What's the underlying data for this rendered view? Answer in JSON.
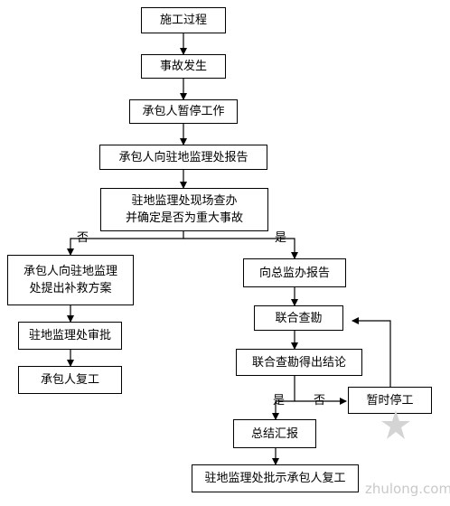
{
  "nodes": {
    "construction": "施工过程",
    "accident": "事故发生",
    "contractor_stop": "承包人暂停工作",
    "report_resident": "承包人向驻地监理处报告",
    "resident_check": "驻地监理处现场查办\n并确定是否为重大事故",
    "remedial_plan": "承包人向驻地监理\n处提出补救方案",
    "resident_approve": "驻地监理处审批",
    "contractor_resume": "承包人复工",
    "report_chief": "向总监办报告",
    "joint_check": "联合查勘",
    "joint_conclusion": "联合查勘得出结论",
    "temp_stop": "暂时停工",
    "summary_report": "总结汇报",
    "resident_instruct": "驻地监理处批示承包人复工"
  },
  "labels": {
    "no_left": "否",
    "yes_right": "是",
    "yes_down": "是",
    "no_right": "否"
  },
  "watermark": {
    "text": "zhulong.com"
  }
}
